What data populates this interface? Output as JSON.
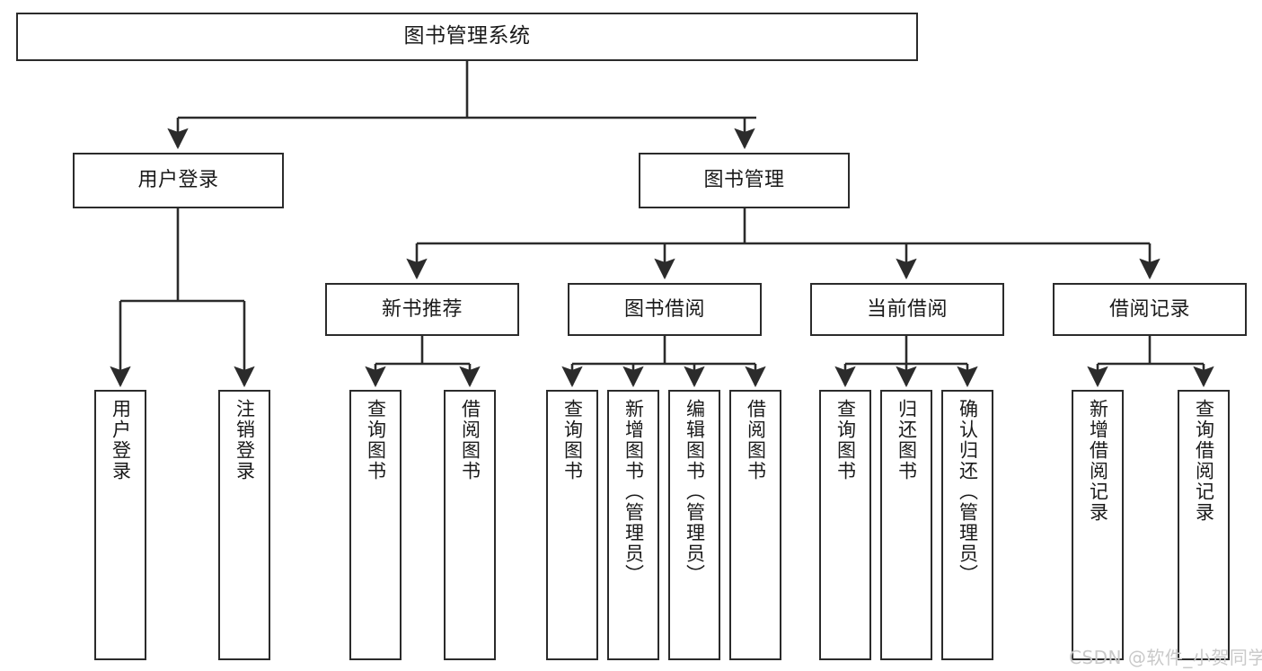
{
  "diagram": {
    "title": "图书管理系统",
    "watermark": "CSDN @软件_小贺同学",
    "line_color": "#2b2b2b",
    "box_fill": "#ffffff",
    "text_color": "#1a1a1a",
    "watermark_color": "#c9c9c9"
  },
  "nodes": {
    "root": {
      "label": "图书管理系统"
    },
    "level2": [
      {
        "label": "用户登录"
      },
      {
        "label": "图书管理"
      }
    ],
    "level3": [
      {
        "label": "新书推荐"
      },
      {
        "label": "图书借阅"
      },
      {
        "label": "当前借阅"
      },
      {
        "label": "借阅记录"
      }
    ],
    "leaves": {
      "user_login": [
        {
          "label": "用户登录"
        },
        {
          "label": "注销登录"
        }
      ],
      "new_book_recommend": [
        {
          "label": "查询图书"
        },
        {
          "label": "借阅图书"
        }
      ],
      "book_borrow": [
        {
          "label": "查询图书"
        },
        {
          "label": "新增图书（管理员）"
        },
        {
          "label": "编辑图书（管理员）"
        },
        {
          "label": "借阅图书"
        }
      ],
      "current_borrow": [
        {
          "label": "查询图书"
        },
        {
          "label": "归还图书"
        },
        {
          "label": "确认归还（管理员）"
        }
      ],
      "borrow_records": [
        {
          "label": "新增借阅记录"
        },
        {
          "label": "查询借阅记录"
        }
      ]
    }
  }
}
